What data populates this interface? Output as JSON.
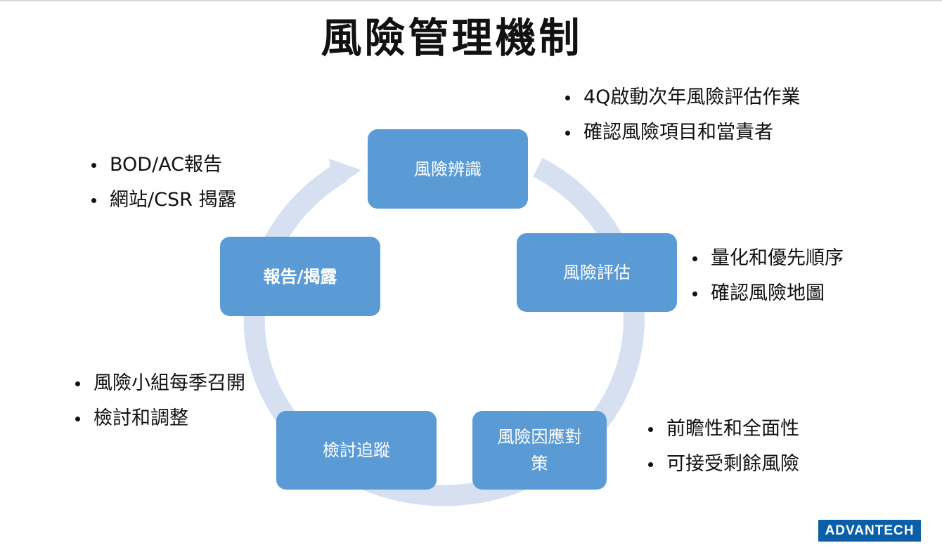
{
  "title": "風險管理機制",
  "colors": {
    "box_fill": "#5b9bd5",
    "ring": "#d6e0f1",
    "logo_bg": "#0b5fa8"
  },
  "steps": [
    {
      "id": "identify",
      "lines": [
        "風險辨識"
      ],
      "notes": [
        "4Q啟動次年風險評估作業",
        "確認風險項目和當責者"
      ]
    },
    {
      "id": "assess",
      "lines": [
        "風險評估"
      ],
      "notes": [
        "量化和優先順序",
        "確認風險地圖"
      ]
    },
    {
      "id": "response",
      "lines": [
        "風險因應對",
        "策"
      ],
      "notes": [
        "前瞻性和全面性",
        "可接受剩餘風險"
      ]
    },
    {
      "id": "review",
      "lines": [
        "檢討追蹤"
      ],
      "notes": [
        "風險小組每季召開",
        "檢討和調整"
      ]
    },
    {
      "id": "report",
      "lines": [
        "報告/揭露"
      ],
      "notes": [
        "BOD/AC報告",
        "網站/CSR 揭露"
      ]
    }
  ],
  "logo": {
    "text": "ADVANTECH"
  }
}
